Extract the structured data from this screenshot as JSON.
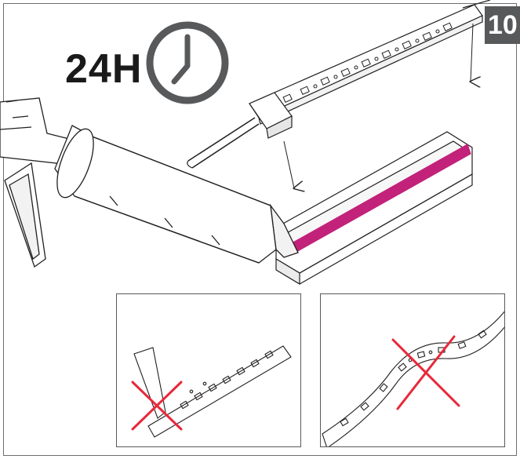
{
  "step": {
    "number": "10"
  },
  "cure_time": {
    "label": "24H",
    "icon": "clock-icon"
  },
  "colors": {
    "badge": "#58595b",
    "diffuser_strip": "#c2227a",
    "forbidden_cross": "#e8283a",
    "line": "#231f20"
  },
  "insets": [
    {
      "icon": "cross-icon",
      "meaning": "forbidden"
    },
    {
      "icon": "cross-icon",
      "meaning": "forbidden"
    }
  ]
}
